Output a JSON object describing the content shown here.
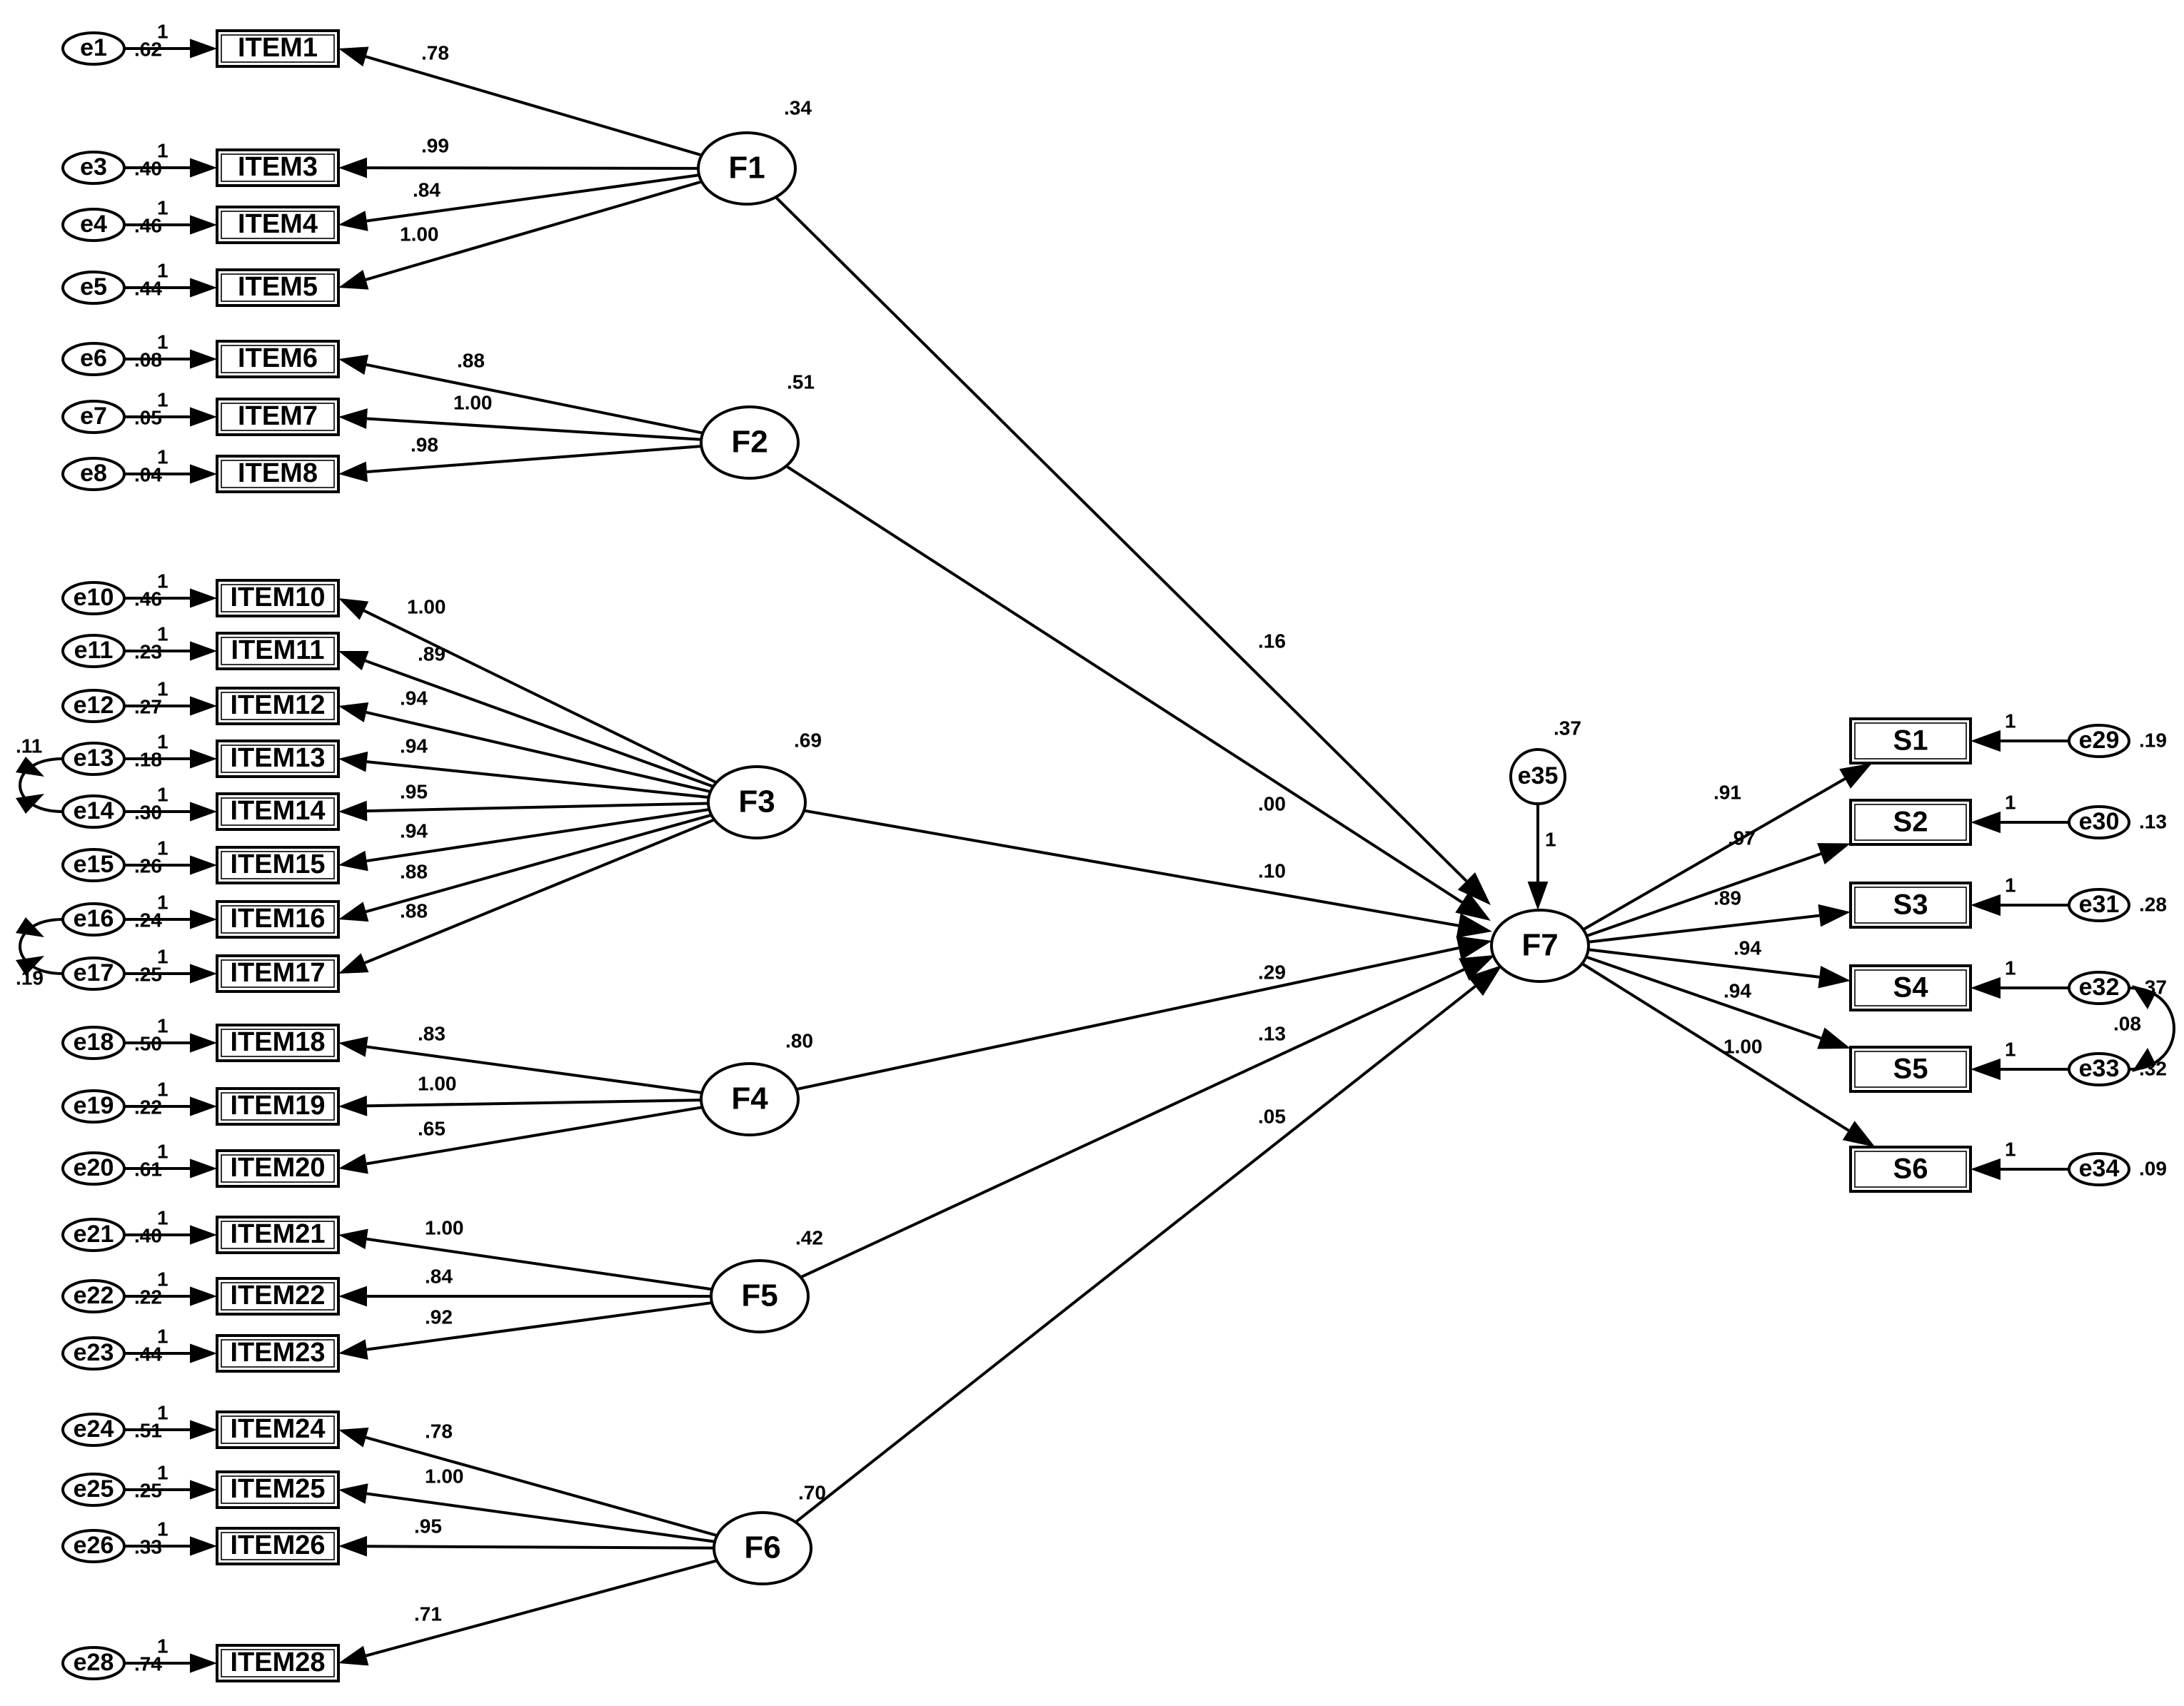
{
  "factors": [
    {
      "id": "F1",
      "label": "F1",
      "variance": ".34"
    },
    {
      "id": "F2",
      "label": "F2",
      "variance": ".51"
    },
    {
      "id": "F3",
      "label": "F3",
      "variance": ".69"
    },
    {
      "id": "F4",
      "label": "F4",
      "variance": ".80"
    },
    {
      "id": "F5",
      "label": "F5",
      "variance": ".42"
    },
    {
      "id": "F6",
      "label": "F6",
      "variance": ".70"
    },
    {
      "id": "F7",
      "label": "F7"
    }
  ],
  "items": [
    {
      "label": "ITEM1",
      "factor": "F1",
      "loading": ".78",
      "error": "e1",
      "error_variance": ".62",
      "fixed": "1"
    },
    {
      "label": "ITEM3",
      "factor": "F1",
      "loading": ".99",
      "error": "e3",
      "error_variance": ".40",
      "fixed": "1"
    },
    {
      "label": "ITEM4",
      "factor": "F1",
      "loading": ".84",
      "error": "e4",
      "error_variance": ".46",
      "fixed": "1"
    },
    {
      "label": "ITEM5",
      "factor": "F1",
      "loading": "1.00",
      "error": "e5",
      "error_variance": ".44",
      "fixed": "1"
    },
    {
      "label": "ITEM6",
      "factor": "F2",
      "loading": ".88",
      "error": "e6",
      "error_variance": ".08",
      "fixed": "1"
    },
    {
      "label": "ITEM7",
      "factor": "F2",
      "loading": "1.00",
      "error": "e7",
      "error_variance": ".05",
      "fixed": "1"
    },
    {
      "label": "ITEM8",
      "factor": "F2",
      "loading": ".98",
      "error": "e8",
      "error_variance": ".04",
      "fixed": "1"
    },
    {
      "label": "ITEM10",
      "factor": "F3",
      "loading": "1.00",
      "error": "e10",
      "error_variance": ".46",
      "fixed": "1"
    },
    {
      "label": "ITEM11",
      "factor": "F3",
      "loading": ".89",
      "error": "e11",
      "error_variance": ".23",
      "fixed": "1"
    },
    {
      "label": "ITEM12",
      "factor": "F3",
      "loading": ".94",
      "error": "e12",
      "error_variance": ".27",
      "fixed": "1"
    },
    {
      "label": "ITEM13",
      "factor": "F3",
      "loading": ".94",
      "error": "e13",
      "error_variance": ".18",
      "fixed": "1"
    },
    {
      "label": "ITEM14",
      "factor": "F3",
      "loading": ".95",
      "error": "e14",
      "error_variance": ".30",
      "fixed": "1"
    },
    {
      "label": "ITEM15",
      "factor": "F3",
      "loading": ".94",
      "error": "e15",
      "error_variance": ".26",
      "fixed": "1"
    },
    {
      "label": "ITEM16",
      "factor": "F3",
      "loading": ".88",
      "error": "e16",
      "error_variance": ".24",
      "fixed": "1"
    },
    {
      "label": "ITEM17",
      "factor": "F3",
      "loading": ".88",
      "error": "e17",
      "error_variance": ".25",
      "fixed": "1"
    },
    {
      "label": "ITEM18",
      "factor": "F4",
      "loading": ".83",
      "error": "e18",
      "error_variance": ".50",
      "fixed": "1"
    },
    {
      "label": "ITEM19",
      "factor": "F4",
      "loading": "1.00",
      "error": "e19",
      "error_variance": ".22",
      "fixed": "1"
    },
    {
      "label": "ITEM20",
      "factor": "F4",
      "loading": ".65",
      "error": "e20",
      "error_variance": ".61",
      "fixed": "1"
    },
    {
      "label": "ITEM21",
      "factor": "F5",
      "loading": "1.00",
      "error": "e21",
      "error_variance": ".40",
      "fixed": "1"
    },
    {
      "label": "ITEM22",
      "factor": "F5",
      "loading": ".84",
      "error": "e22",
      "error_variance": ".22",
      "fixed": "1"
    },
    {
      "label": "ITEM23",
      "factor": "F5",
      "loading": ".92",
      "error": "e23",
      "error_variance": ".44",
      "fixed": "1"
    },
    {
      "label": "ITEM24",
      "factor": "F6",
      "loading": ".78",
      "error": "e24",
      "error_variance": ".51",
      "fixed": "1"
    },
    {
      "label": "ITEM25",
      "factor": "F6",
      "loading": "1.00",
      "error": "e25",
      "error_variance": ".25",
      "fixed": "1"
    },
    {
      "label": "ITEM26",
      "factor": "F6",
      "loading": ".95",
      "error": "e26",
      "error_variance": ".33",
      "fixed": "1"
    },
    {
      "label": "ITEM28",
      "factor": "F6",
      "loading": ".71",
      "error": "e28",
      "error_variance": ".74",
      "fixed": "1"
    }
  ],
  "paths_to_F7": [
    {
      "from": "F1",
      "coef": ".16"
    },
    {
      "from": "F2",
      "coef": ".00"
    },
    {
      "from": "F3",
      "coef": ".10"
    },
    {
      "from": "F4",
      "coef": ".29"
    },
    {
      "from": "F5",
      "coef": ".13"
    },
    {
      "from": "F6",
      "coef": ".05"
    }
  ],
  "disturbance": {
    "label": "e35",
    "variance": ".37",
    "fixed": "1"
  },
  "outcomes": [
    {
      "label": "S1",
      "loading": ".91",
      "error": "e29",
      "error_variance": ".19",
      "fixed": "1"
    },
    {
      "label": "S2",
      "loading": ".97",
      "error": "e30",
      "error_variance": ".13",
      "fixed": "1"
    },
    {
      "label": "S3",
      "loading": ".89",
      "error": "e31",
      "error_variance": ".28",
      "fixed": "1"
    },
    {
      "label": "S4",
      "loading": ".94",
      "error": "e32",
      "error_variance": ".37",
      "fixed": "1"
    },
    {
      "label": "S5",
      "loading": ".94",
      "error": "e33",
      "error_variance": ".32",
      "fixed": "1"
    },
    {
      "label": "S6",
      "loading": "1.00",
      "error": "e34",
      "error_variance": ".09",
      "fixed": "1"
    }
  ],
  "covariances": [
    {
      "between": [
        "e13",
        "e14"
      ],
      "value": ".11"
    },
    {
      "between": [
        "e16",
        "e17"
      ],
      "value": ".19"
    },
    {
      "between": [
        "e32",
        "e33"
      ],
      "value": ".08"
    }
  ]
}
